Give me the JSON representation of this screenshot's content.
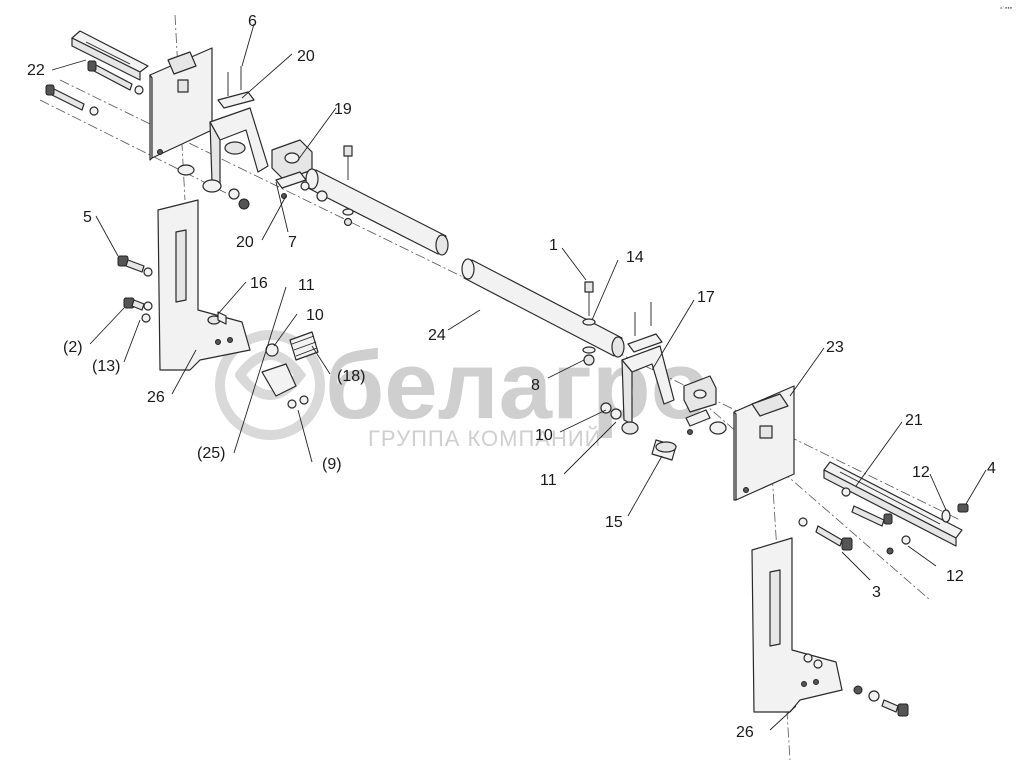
{
  "watermark": {
    "brand": "белагро",
    "subtitle": "ГРУППА КОМПАНИЙ",
    "color": "#d0d0d0"
  },
  "corner_mark": "a° ●●●",
  "callouts": [
    {
      "id": "c22",
      "text": "22"
    },
    {
      "id": "c6",
      "text": "6"
    },
    {
      "id": "c20a",
      "text": "20"
    },
    {
      "id": "c19",
      "text": "19"
    },
    {
      "id": "c20b",
      "text": "20"
    },
    {
      "id": "c7",
      "text": "7"
    },
    {
      "id": "c5",
      "text": "5"
    },
    {
      "id": "c2",
      "text": "(2)"
    },
    {
      "id": "c13",
      "text": "(13)"
    },
    {
      "id": "c26a",
      "text": "26"
    },
    {
      "id": "c16",
      "text": "16"
    },
    {
      "id": "c11a",
      "text": "11"
    },
    {
      "id": "c10a",
      "text": "10"
    },
    {
      "id": "c18",
      "text": "(18)"
    },
    {
      "id": "c25",
      "text": "(25)"
    },
    {
      "id": "c9",
      "text": "(9)"
    },
    {
      "id": "c24",
      "text": "24"
    },
    {
      "id": "c1",
      "text": "1"
    },
    {
      "id": "c14",
      "text": "14"
    },
    {
      "id": "c17",
      "text": "17"
    },
    {
      "id": "c8",
      "text": "8"
    },
    {
      "id": "c10b",
      "text": "10"
    },
    {
      "id": "c11b",
      "text": "11"
    },
    {
      "id": "c15",
      "text": "15"
    },
    {
      "id": "c23",
      "text": "23"
    },
    {
      "id": "c21",
      "text": "21"
    },
    {
      "id": "c12a",
      "text": "12"
    },
    {
      "id": "c4",
      "text": "4"
    },
    {
      "id": "c3",
      "text": "3"
    },
    {
      "id": "c12b",
      "text": "12"
    },
    {
      "id": "c26b",
      "text": "26"
    }
  ]
}
